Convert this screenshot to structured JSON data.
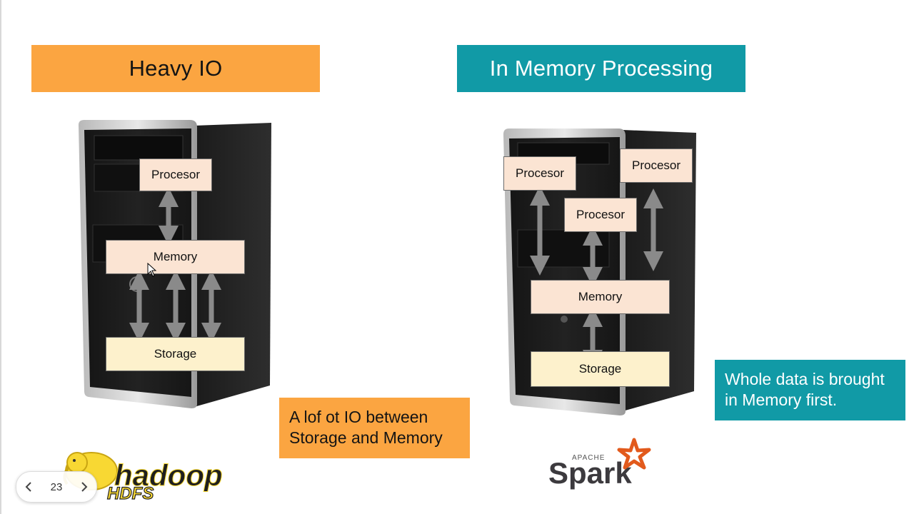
{
  "left": {
    "banner_title": "Heavy IO",
    "boxes": {
      "processor": "Procesor",
      "memory": "Memory",
      "storage": "Storage"
    },
    "note": "A lof ot IO between Storage and Memory",
    "logo": {
      "word": "hadoop",
      "sub": "HDFS"
    }
  },
  "right": {
    "banner_title": "In Memory Processing",
    "boxes": {
      "processor_1": "Procesor",
      "processor_2": "Procesor",
      "processor_3": "Procesor",
      "memory": "Memory",
      "storage": "Storage"
    },
    "note": "Whole data is brought in Memory first.",
    "logo": {
      "word": "Spark",
      "sub": "APACHE"
    }
  },
  "colors": {
    "orange": "#fba541",
    "teal": "#119aa6",
    "peach": "#fbe4d3",
    "cream": "#fdf1cc",
    "spark_orange": "#e25a1c"
  },
  "navigation": {
    "page": "23",
    "prev_icon": "chevron-left-icon",
    "next_icon": "chevron-right-icon"
  }
}
